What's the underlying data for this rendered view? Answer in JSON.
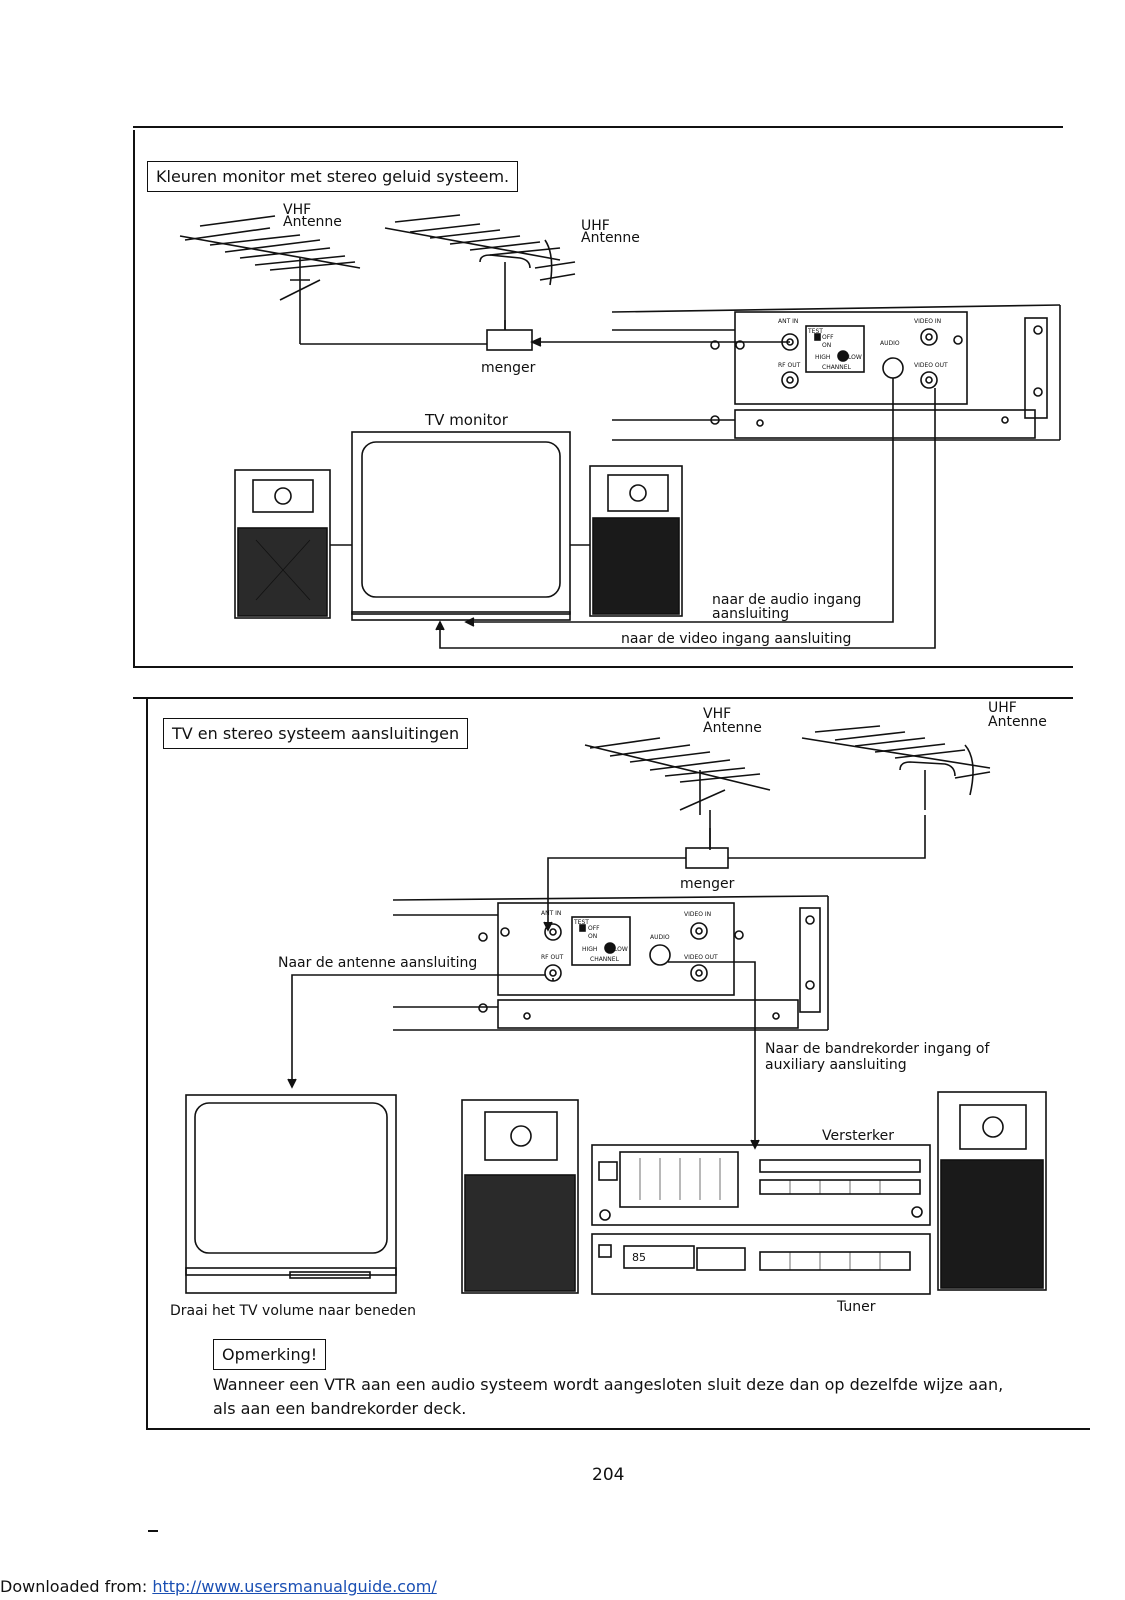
{
  "section1": {
    "title": "Kleuren monitor met stereo geluid systeem.",
    "vhf_label_line1": "VHF",
    "vhf_label_line2": "Antenne",
    "uhf_label_line1": "UHF",
    "uhf_label_line2": "Antenne",
    "mixer_label": "menger",
    "tv_label": "TV monitor",
    "audio_label_line1": "naar de audio ingang",
    "audio_label_line2": "aansluiting",
    "video_label": "naar de video ingang  aansluiting"
  },
  "section2": {
    "title": "TV en stereo systeem aansluitingen",
    "vhf_label_line1": "VHF",
    "vhf_label_line2": "Antenne",
    "uhf_label_line1": "UHF",
    "uhf_label_line2": "Antenne",
    "mixer_label": "menger",
    "antenna_connect_label": "Naar de antenne aansluiting",
    "recorder_label_line1": "Naar de bandrekorder ingang of",
    "recorder_label_line2": "auxiliary aansluiting",
    "amplifier_label": "Versterker",
    "tuner_label": "Tuner",
    "tv_volume_label": "Draai het TV volume naar beneden",
    "note_title": "Opmerking!",
    "note_line1": "Wanneer een VTR aan een audio systeem wordt aangesloten sluit deze dan op dezelfde wijze aan,",
    "note_line2": "als aan een bandrekorder deck."
  },
  "panel": {
    "ant_in": "ANT IN",
    "rf_out": "RF OUT",
    "test": "TEST",
    "off": "OFF",
    "on": "ON",
    "high": "HIGH",
    "low": "LOW",
    "channel": "CHANNEL",
    "audio": "AUDIO",
    "video_in": "VIDEO IN",
    "video_out": "VIDEO OUT"
  },
  "tuner_display": "85",
  "page_number": "204",
  "footer_prefix": "Downloaded from: ",
  "footer_link": "http://www.usersmanualguide.com/"
}
